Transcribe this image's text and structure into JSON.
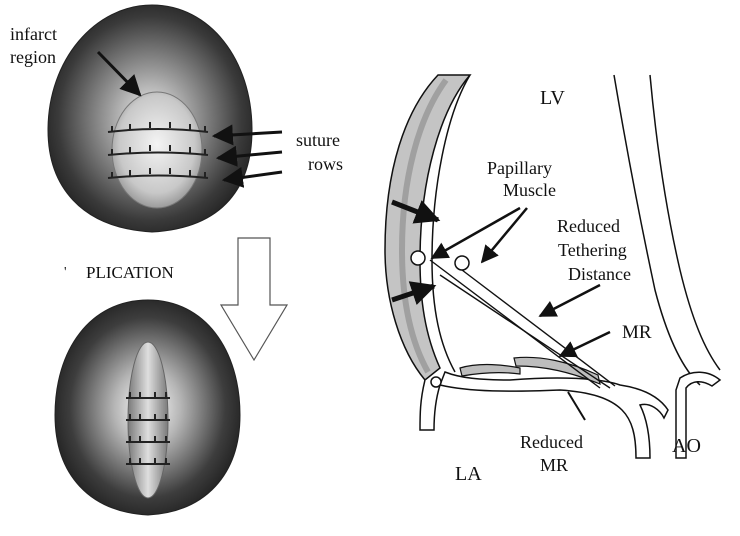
{
  "left_panel": {
    "infarct_label_line1": "infarct",
    "infarct_label_line2": "region",
    "suture_label_line1": "suture",
    "suture_label_line2": "rows",
    "plication_label": "PLICATION"
  },
  "right_panel": {
    "lv_label": "LV",
    "papillary_line1": "Papillary",
    "papillary_line2": "Muscle",
    "reduced_line1": "Reduced",
    "reduced_line2": "Tethering",
    "reduced_line3": "Distance",
    "mr_label": "MR",
    "reduced_mr_line1": "Reduced",
    "reduced_mr_line2": "MR",
    "la_label": "LA",
    "ao_label": "AO"
  },
  "colors": {
    "heart_dark": "#1a1a1a",
    "heart_light": "#e6e6e6",
    "wall_shading": "#bdbdbd",
    "stroke": "#111111"
  }
}
